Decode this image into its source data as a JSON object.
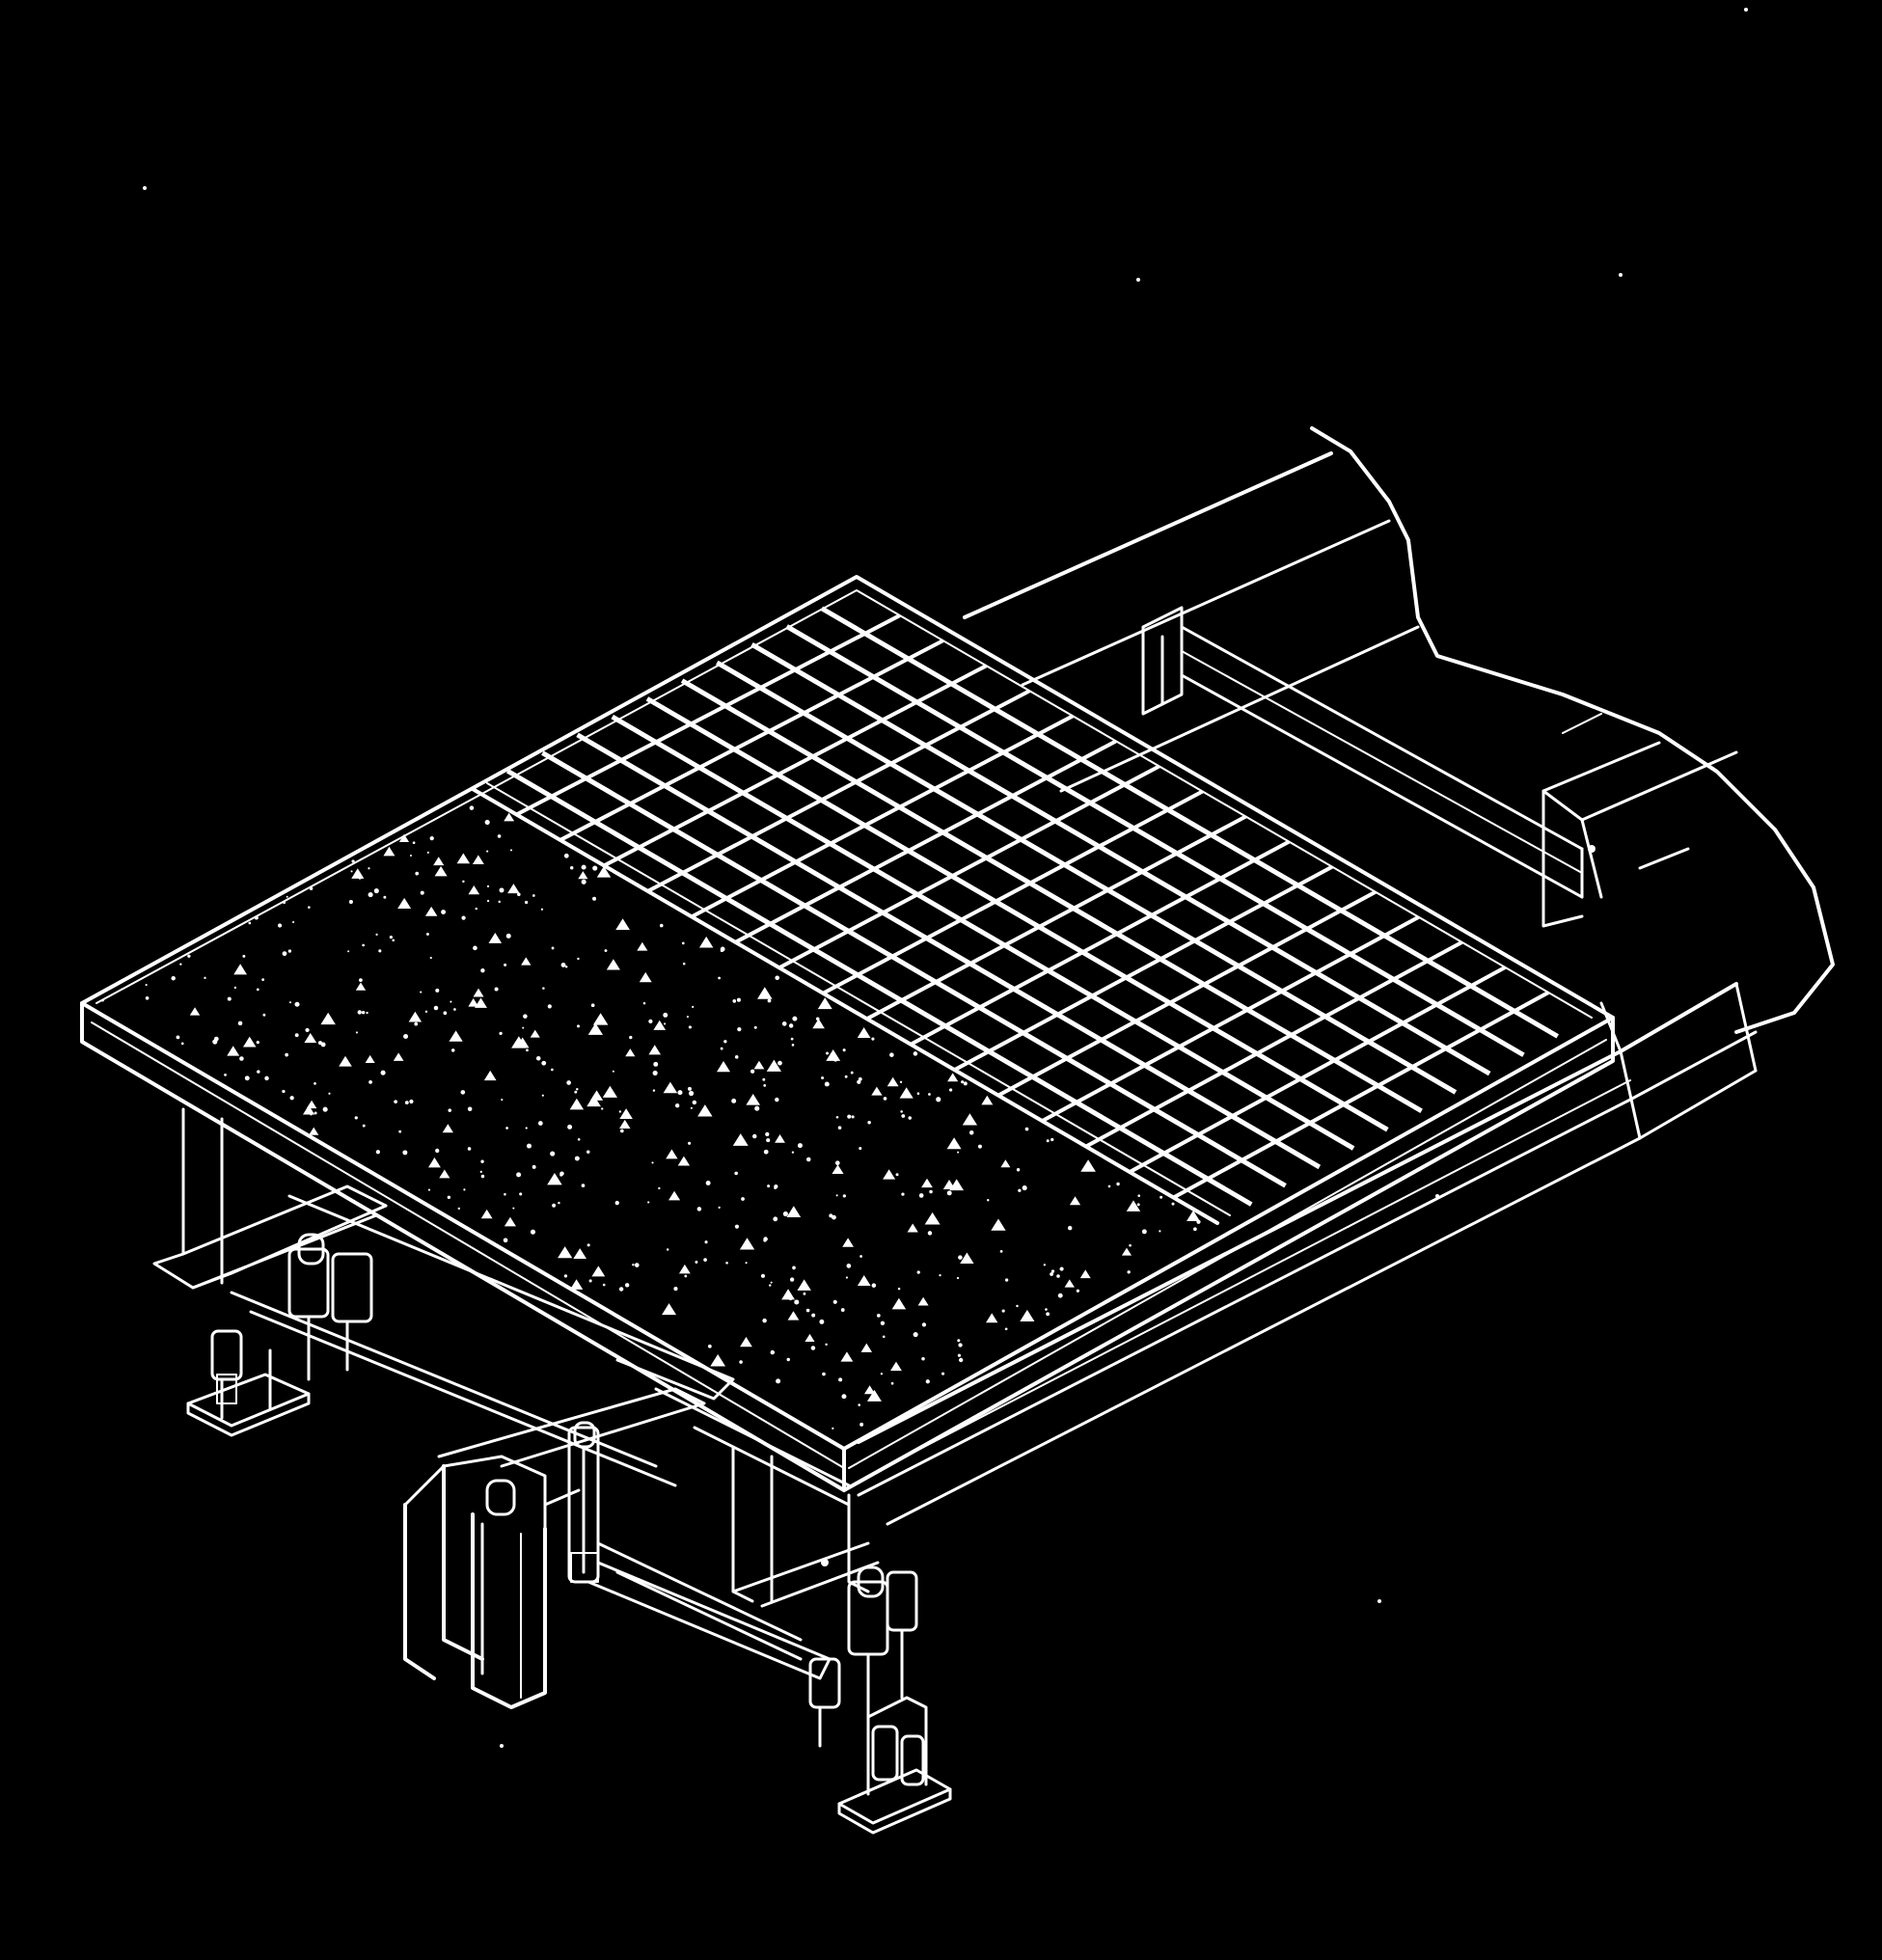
{
  "drawing": {
    "background_color": "#000000",
    "line_color": "#ffffff",
    "components": [
      "textured-deck-plate",
      "grating-panel",
      "edge-frame",
      "main-girder",
      "cross-beam",
      "support-legs",
      "hinge-brackets",
      "base-plates",
      "rail-track"
    ]
  }
}
